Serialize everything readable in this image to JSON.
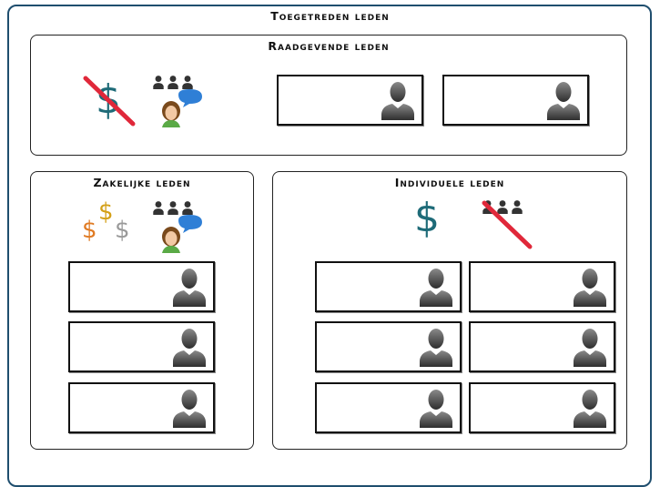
{
  "diagram": {
    "title": "Toegetreden leden",
    "sections": [
      {
        "title": "Raadgevende leden",
        "cards": 2
      },
      {
        "title": "Zakelijke leden",
        "cards": 3
      },
      {
        "title": "Individuele leden",
        "cards": 6
      }
    ],
    "symbols": {
      "dollar": "$"
    },
    "colors": {
      "border": "#1f4e6e",
      "dollar_teal": "#1e6b78",
      "dollar_gold": "#d4a017",
      "dollar_orange": "#e07b24",
      "dollar_gray": "#9a9a9a",
      "strike_red": "#e0283a",
      "bubble_blue": "#2f7fd6"
    },
    "icons": [
      "person-silhouette-icon",
      "group-icon",
      "speaker-icon",
      "no-money-icon",
      "no-group-icon"
    ]
  }
}
